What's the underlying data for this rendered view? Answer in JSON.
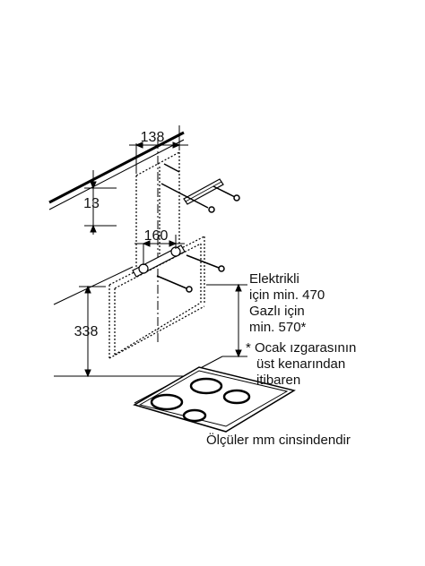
{
  "dimensions": {
    "width_top": "138",
    "depth_top": "13",
    "bracket_width": "160",
    "height": "338"
  },
  "notes": {
    "clearance_lines": [
      "Elektrikli",
      "için min. 470",
      "Gazlı için",
      "min. 570*"
    ],
    "footnote_lines": [
      "* Ocak ızgarasının",
      "üst kenarından",
      "itibaren"
    ],
    "units_note": "Ölçüler mm cinsindendir"
  }
}
